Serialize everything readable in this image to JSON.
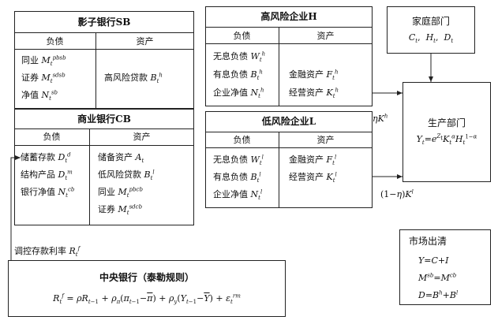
{
  "shadow_bank": {
    "title": "影子银行SB",
    "col_liability": "负债",
    "col_asset": "资产",
    "liabilities": [
      "同业",
      "证券",
      "净值"
    ],
    "asset": "高风险贷款"
  },
  "commercial_bank": {
    "title": "商业银行CB",
    "col_liability": "负债",
    "col_asset": "资产",
    "liabilities": [
      "储蓄存款",
      "结构产品",
      "银行净值"
    ],
    "assets": [
      "储备资产",
      "低风险贷款",
      "同业",
      "证券"
    ]
  },
  "high_risk_firm": {
    "title": "高风险企业H",
    "col_liability": "负债",
    "col_asset": "资产",
    "liabilities": [
      "无息负债",
      "有息负债",
      "企业净值"
    ],
    "assets": [
      "金融资产",
      "经营资产"
    ]
  },
  "low_risk_firm": {
    "title": "低风险企业L",
    "col_liability": "负债",
    "col_asset": "资产",
    "liabilities": [
      "无息负债",
      "有息负债",
      "企业净值"
    ],
    "assets": [
      "金融资产",
      "经营资产"
    ]
  },
  "household": {
    "title": "家庭部门"
  },
  "production": {
    "title": "生产部门"
  },
  "market_clearing": {
    "title": "市场出清"
  },
  "central_bank": {
    "title": "中央银行（泰勒规则）"
  },
  "arrow_labels": {
    "rate_label": "调控存款利率"
  }
}
